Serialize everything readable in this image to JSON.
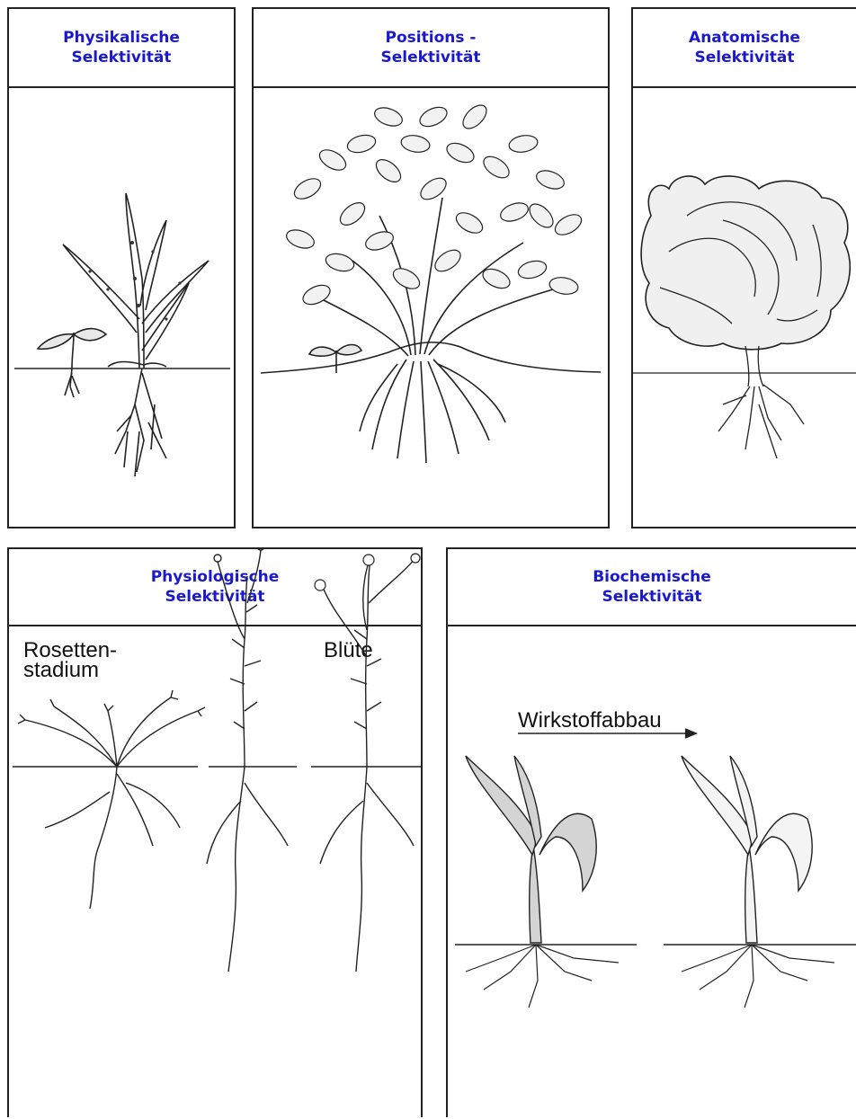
{
  "panels": {
    "physikalisch": {
      "line1": "Physikalische",
      "line2": "Selektivität"
    },
    "positions": {
      "line1": "Positions -",
      "line2": "Selektivität"
    },
    "anatomisch": {
      "line1": "Anatomische",
      "line2": "Selektivität"
    },
    "physiologisch": {
      "line1": "Physiologische",
      "line2": "Selektivität"
    },
    "biochemisch": {
      "line1": "Biochemische",
      "line2": "Selektivität"
    }
  },
  "labels": {
    "rosetten_line1": "Rosetten-",
    "rosetten_line2": "stadium",
    "bluete": "Blüte",
    "wirkstoffabbau": "Wirkstoffabbau"
  },
  "colors": {
    "heading": "#1a1acc",
    "ink": "#222222",
    "background": "#ffffff"
  }
}
